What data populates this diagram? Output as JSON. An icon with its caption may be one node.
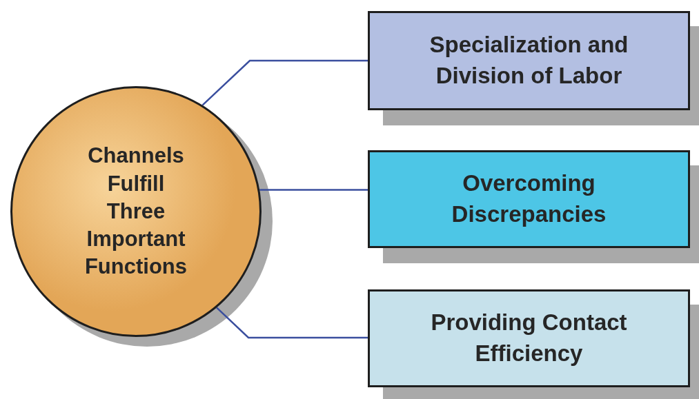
{
  "diagram": {
    "nodes": [
      {
        "text": [
          "Channels Fulfill Three Important Functions"
        ]
      },
      {
        "text": [
          "Specialization and Division of Labor"
        ]
      },
      {
        "text": [
          "Overcoming Discrepancies"
        ]
      },
      {
        "text": [
          "Providing Contact Efficiency"
        ]
      }
    ],
    "edges": [
      {
        "from": 0,
        "to": 1,
        "arrow": "none"
      },
      {
        "from": 0,
        "to": 2,
        "arrow": "none"
      },
      {
        "from": 0,
        "to": 3,
        "arrow": "none"
      }
    ]
  }
}
